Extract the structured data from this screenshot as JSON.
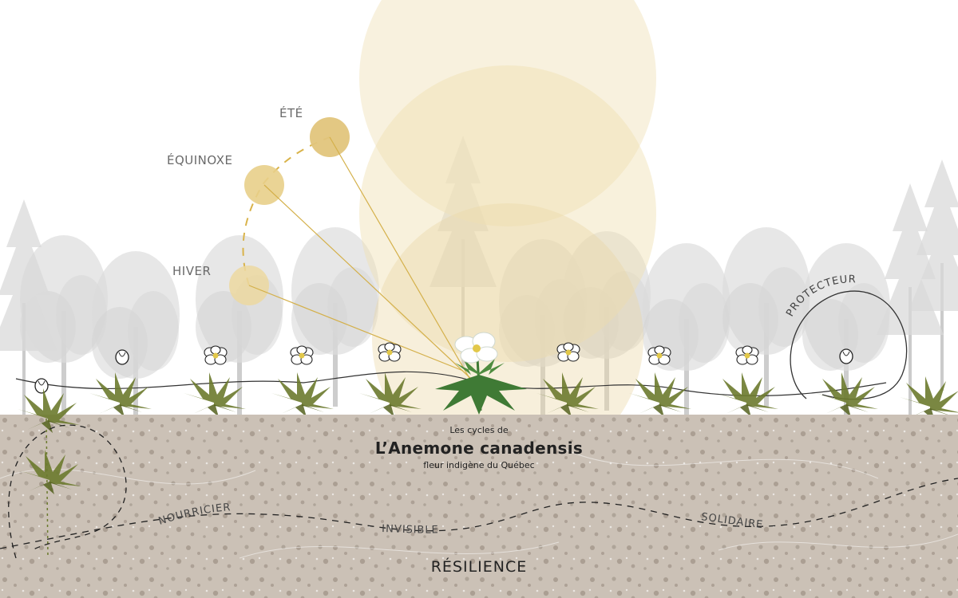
{
  "seasons": {
    "summer": "ÉTÉ",
    "equinox": "ÉQUINOXE",
    "winter": "HIVER"
  },
  "title": {
    "pre": "Les cycles de",
    "main": "L’Anemone canadensis",
    "sub": "fleur indigène du Québec"
  },
  "curved_labels": {
    "protector": "PROTECTEUR",
    "nourishing": "NOURRICIER",
    "invisible": "INVISIBLE",
    "solidaire": "SOLIDAIRE"
  },
  "bottom_label": "RÉSILIENCE",
  "colors": {
    "sun": "#e8cf8a",
    "sun_halo": "#f3e6c2",
    "ray": "#d4b04a",
    "soil": "#c9bfb4",
    "soil_speckle": "#8f8276",
    "tree": "#cfcfcf",
    "leaf": "#6b7a2e",
    "leaf_green": "#3f7a35",
    "petal": "#ffffff",
    "stamen": "#e2c84a"
  },
  "icons": [
    "sun-icon",
    "flower-bud-icon",
    "open-flower-icon",
    "leaf-rosette-icon",
    "tree-icon"
  ]
}
